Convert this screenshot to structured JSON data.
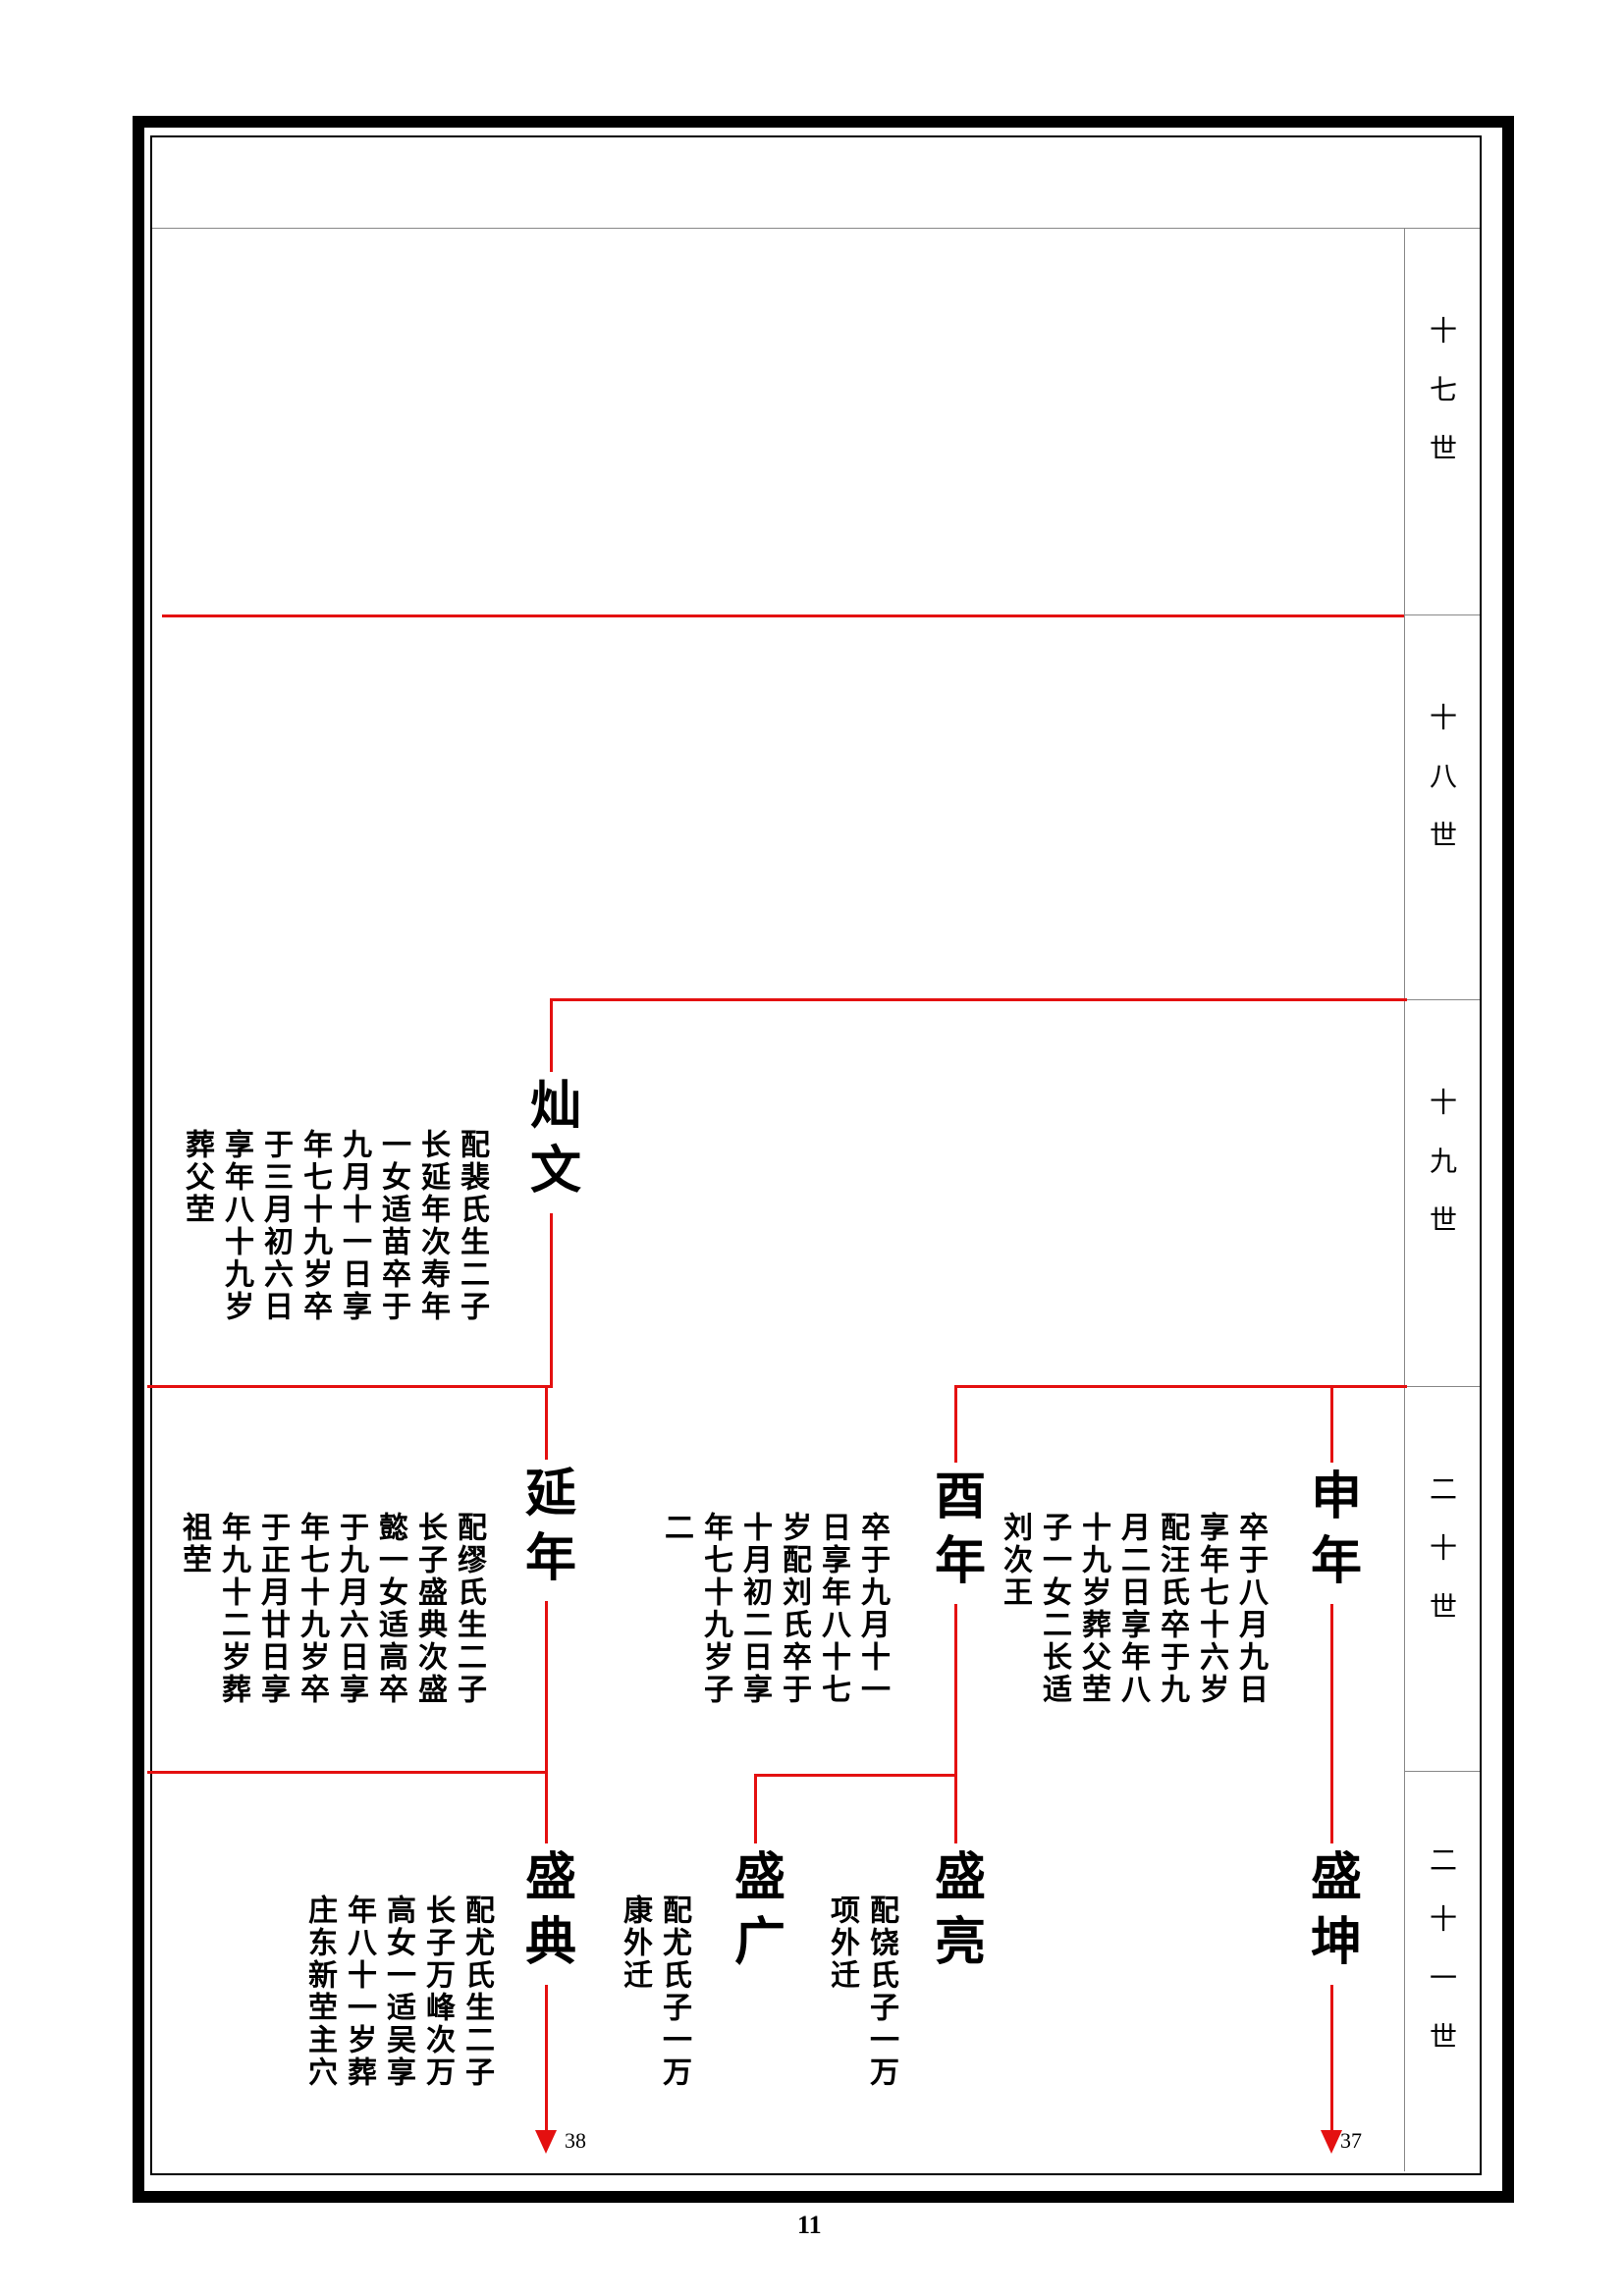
{
  "generations": [
    "十七世",
    "十八世",
    "十九世",
    "二十世",
    "二十一世"
  ],
  "persons": [
    {
      "id": "canwen",
      "name": "灿文",
      "bio": [
        "配裴氏生二子",
        "长延年次寿年",
        "一女适苗卒于",
        "九月十一日享",
        "年七十九岁卒",
        "于三月初六日",
        "享年八十九岁",
        "葬父茔"
      ]
    },
    {
      "id": "yannian",
      "name": "延年",
      "bio": [
        "配缪氏生二子",
        "长子盛典次盛",
        "懿一女适高卒",
        "于九月六日享",
        "年七十九岁卒",
        "于正月廿日享",
        "年九十二岁葬",
        "祖茔"
      ]
    },
    {
      "id": "younian",
      "name": "酉年",
      "bio": [
        "卒于九月十一",
        "日享年八十七",
        "岁配刘氏卒于",
        "十月初二日享",
        "年七十九岁子",
        "二"
      ]
    },
    {
      "id": "shennian",
      "name": "申年",
      "bio": [
        "卒于八月九日",
        "享年七十六岁",
        "配汪氏卒于九",
        "月二日享年八",
        "十九岁葬父茔",
        "子一女二长适",
        "刘次王"
      ]
    },
    {
      "id": "shengdian",
      "name": "盛典",
      "bio": [
        "配尤氏生二子",
        "长子万峰次万",
        "高女一适吴享",
        "年八十一岁葬",
        "庄东新茔主穴"
      ]
    },
    {
      "id": "shengguang",
      "name": "盛广",
      "bio": [
        "配尤氏子一万",
        "康外迁"
      ]
    },
    {
      "id": "shengliang",
      "name": "盛亮",
      "bio": [
        "配饶氏子一万",
        "项外迁"
      ]
    },
    {
      "id": "shengkun",
      "name": "盛坤",
      "bio": []
    }
  ],
  "continuations": {
    "shengdian": "38",
    "shengkun": "37"
  },
  "page_number": "11",
  "colors": {
    "line": "#e41010",
    "frame": "#000000",
    "grid": "#888888"
  }
}
